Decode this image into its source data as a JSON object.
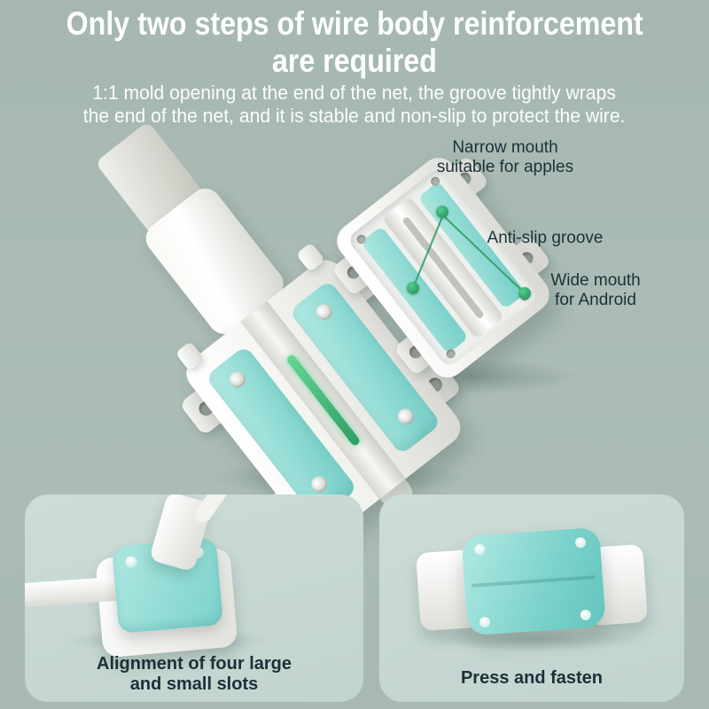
{
  "header": {
    "title_line1": "Only two steps of wire body reinforcement",
    "title_line2": "are required",
    "subtitle_line1": "1:1 mold opening at the end of the net, the groove tightly wraps",
    "subtitle_line2": "the end of the net, and it is stable and non-slip to protect the wire."
  },
  "annotations": {
    "narrow_mouth_line1": "Narrow mouth",
    "narrow_mouth_line2": "suitable for apples",
    "anti_slip": "Anti-slip groove",
    "wide_mouth_line1": "Wide mouth",
    "wide_mouth_line2": "for Android"
  },
  "panels": {
    "left_caption_line1": "Alignment of four large",
    "left_caption_line2": "and small slots",
    "right_caption": "Press and fasten"
  },
  "colors": {
    "background": "#a8bab2",
    "panel": "#c8d9d4",
    "teal_accent": "#8fdcd6",
    "green_marker": "#2f9e63",
    "text_dark": "#1e3038",
    "text_light": "#ffffff"
  }
}
